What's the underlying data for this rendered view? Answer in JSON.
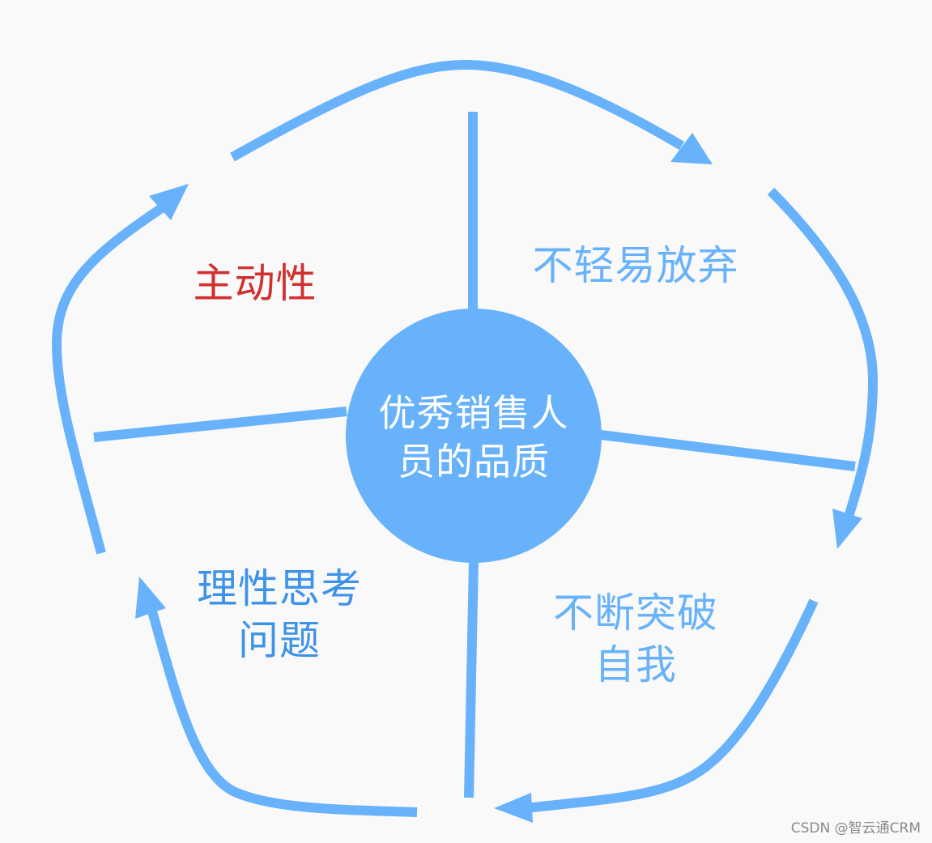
{
  "diagram": {
    "center_label": [
      "优秀销售人",
      "员的品质"
    ],
    "quadrants": {
      "top_left": [
        "主动性"
      ],
      "top_right": [
        "不轻易放弃"
      ],
      "bottom_left": [
        "理性思考",
        "问题"
      ],
      "bottom_right": [
        "不断突破",
        "自我"
      ]
    },
    "watermark": "CSDN @智云通CRM",
    "colors": {
      "arrow": "#68b2fb",
      "center_fill": "#68b2fb",
      "center_text": "#ffffff",
      "top_left_text": "#d0302f",
      "top_right_text": "#68b2fb",
      "bottom_left_text": "#3d93e8",
      "bottom_right_text": "#68b2fb",
      "background": "#f9f9f9"
    }
  }
}
